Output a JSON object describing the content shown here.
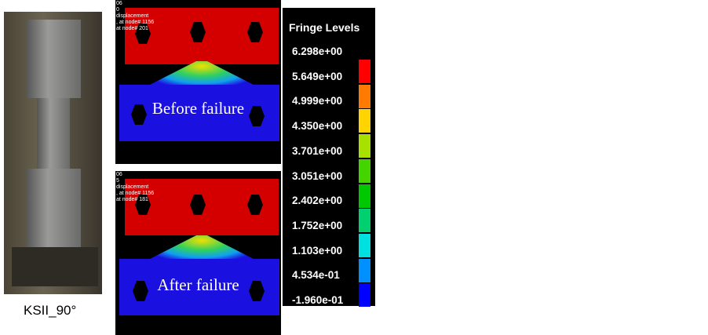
{
  "photo": {
    "caption": "KSII_90°"
  },
  "top_panel": {
    "info": [
      "06",
      "0",
      "displacement",
      ", at node# 1156",
      "at node# 201"
    ],
    "label": "Before failure"
  },
  "bottom_panel": {
    "info": [
      "06",
      "5",
      "displacement",
      ", at node# 1156",
      "at node# 181"
    ],
    "label": "After failure"
  },
  "legend": {
    "title": "Fringe Levels",
    "levels": [
      "6.298e+00",
      "5.649e+00",
      "4.999e+00",
      "4.350e+00",
      "3.701e+00",
      "3.051e+00",
      "2.402e+00",
      "1.752e+00",
      "1.103e+00",
      "4.534e-01",
      "-1.960e-01"
    ],
    "colors": [
      "#ff0000",
      "#ff7a00",
      "#ffd400",
      "#a8e000",
      "#44d400",
      "#00c800",
      "#00d070",
      "#00e0e0",
      "#0090ff",
      "#0000ff"
    ]
  }
}
